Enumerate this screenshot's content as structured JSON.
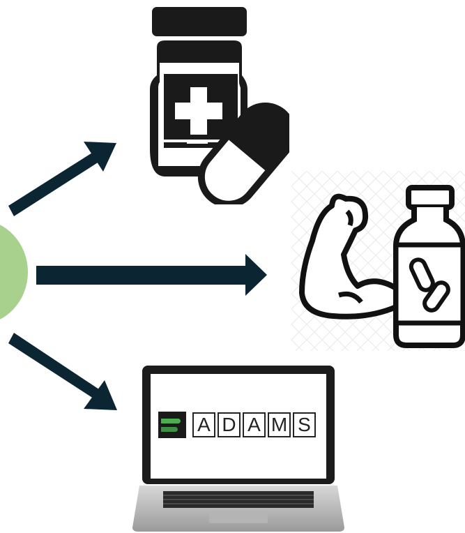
{
  "logo": {
    "letters": [
      "A",
      "D",
      "A",
      "M",
      "S"
    ]
  },
  "colors": {
    "arrow": "#0c2533",
    "source_node": "#a9d18e",
    "icon": "#1a1a1a",
    "logo_accent": "#4caf50"
  },
  "icons": [
    "medicine-bottle-capsule-icon",
    "muscle-supplement-icon",
    "laptop-icon"
  ]
}
